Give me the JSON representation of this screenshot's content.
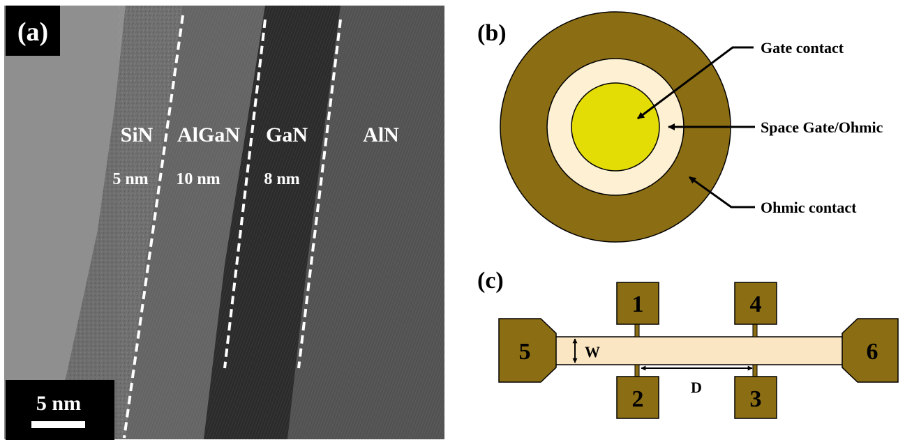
{
  "panel_a": {
    "panel_label": "(a)",
    "layers": [
      {
        "name": "SiN",
        "thickness": "5 nm"
      },
      {
        "name": "AlGaN",
        "thickness": "10 nm"
      },
      {
        "name": "GaN",
        "thickness": "8 nm"
      },
      {
        "name": "AlN",
        "thickness": ""
      }
    ],
    "scale_bar_label": "5 nm"
  },
  "panel_b": {
    "panel_label": "(b)",
    "labels": {
      "gate_contact": "Gate contact",
      "space": "Space Gate/Ohmic",
      "ohmic_contact": "Ohmic contact"
    },
    "colors": {
      "ohmic": "#8b6d14",
      "space": "#fdf0d3",
      "gate": "#e3dc05"
    }
  },
  "panel_c": {
    "panel_label": "(c)",
    "pads": [
      "1",
      "2",
      "3",
      "4",
      "5",
      "6"
    ],
    "width_label": "W",
    "distance_label": "D",
    "colors": {
      "pad": "#8b6d14",
      "channel": "#fbe6c4"
    }
  }
}
